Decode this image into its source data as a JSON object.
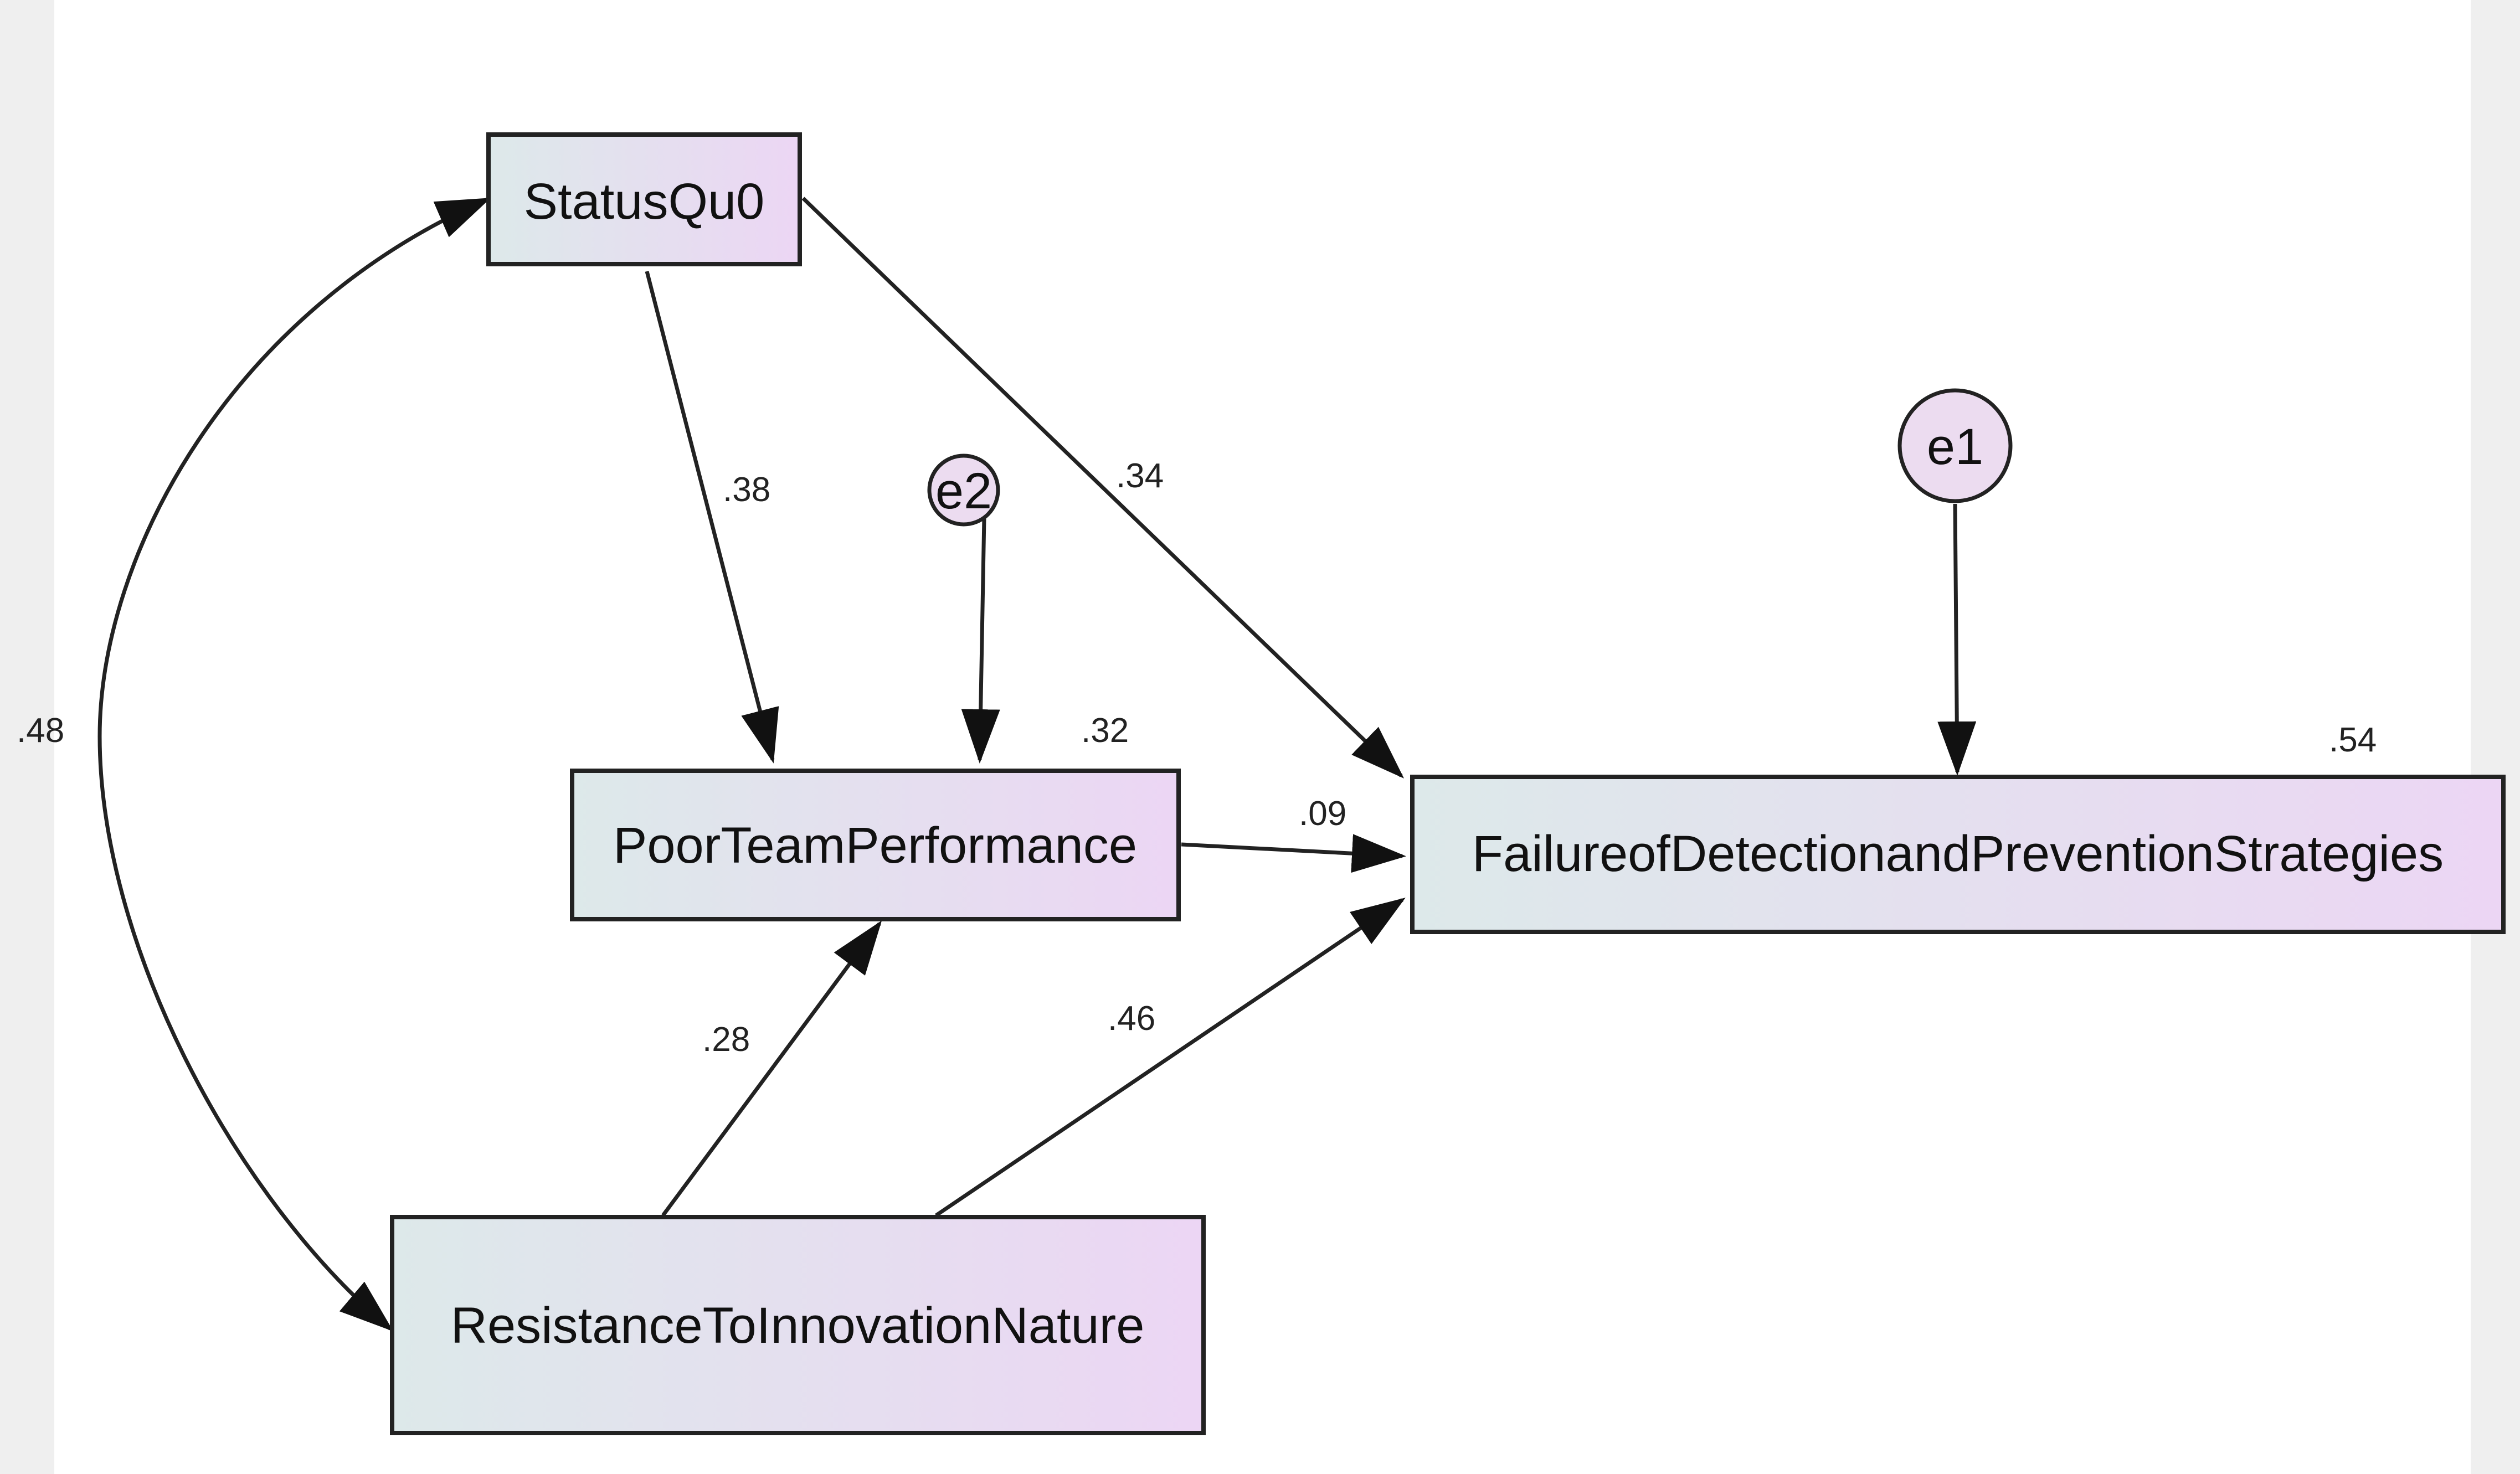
{
  "colors": {
    "box_gradient_start": "#dde9ea",
    "box_gradient_end": "#ecd6f4",
    "error_fill": "#ecdcf0",
    "stroke": "#222222",
    "side_strip": "#efefef"
  },
  "nodes": {
    "status_quo": "StatusQu0",
    "poor_team_performance": "PoorTeamPerformance",
    "resistance": "ResistanceToInnovationNature",
    "failure": "FailureofDetectionandPreventionStrategies"
  },
  "errors": {
    "e1": "e1",
    "e2": "e2"
  },
  "coefficients": {
    "status_to_poor": ".38",
    "status_to_failure": ".34",
    "status_resistance_covariance": ".48",
    "poor_r2": ".32",
    "poor_to_failure": ".09",
    "failure_r2": ".54",
    "resistance_to_poor": ".28",
    "resistance_to_failure": ".46"
  }
}
